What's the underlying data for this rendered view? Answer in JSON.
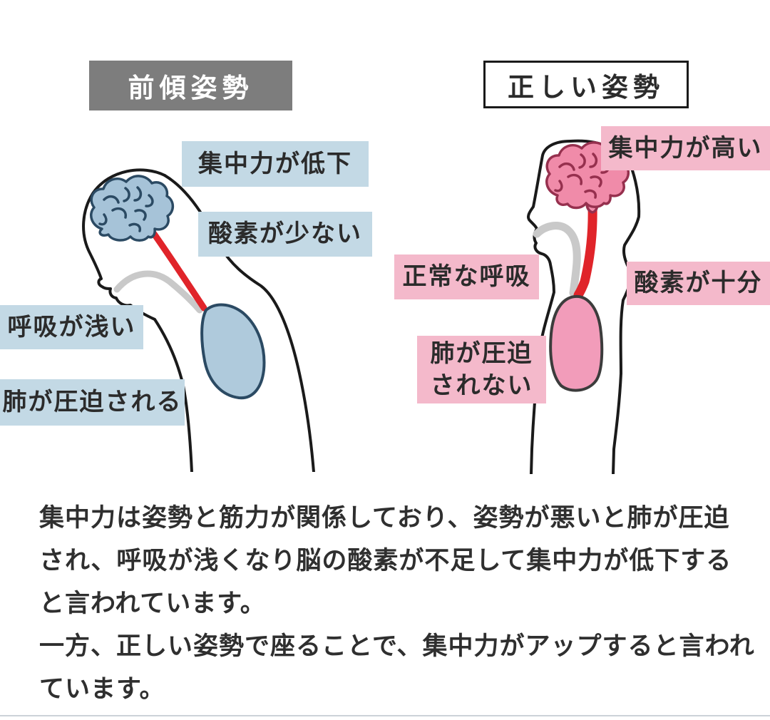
{
  "colors": {
    "label_blue": "#c3d9e5",
    "label_pink": "#f4b9cb",
    "title_gray_bg": "#7d7d7d",
    "title_gray_text": "#ffffff",
    "ink": "#2b2b2b",
    "outline": "#1a1a1a",
    "artery_red": "#e0242a",
    "windpipe_gray": "#c9c9c9",
    "brain_blue": "#a6c3d8",
    "brain_blue_stroke": "#2b4a63",
    "brain_pink": "#f08ba9",
    "brain_pink_stroke": "#96304e",
    "lung_blue": "#afcadc",
    "lung_blue_stroke": "#2b4a63",
    "lung_pink": "#f29cba",
    "lung_pink_stroke": "#3c3c3c",
    "divider": "#ccd2d8",
    "paragraph_text": "#2f2f2f"
  },
  "left_panel": {
    "title": "前傾姿勢",
    "labels": {
      "concentration": "集中力が低下",
      "oxygen": "酸素が少ない",
      "breathing": "呼吸が浅い",
      "lungs": "肺が圧迫される"
    }
  },
  "right_panel": {
    "title": "正しい姿勢",
    "labels": {
      "concentration": "集中力が高い",
      "breathing": "正常な呼吸",
      "oxygen": "酸素が十分",
      "lungs": "肺が圧迫\nされない"
    }
  },
  "paragraph": {
    "lines": [
      "集中力は姿勢と筋力が関係しており、姿勢が悪いと肺が圧迫",
      "され、呼吸が浅くなり脳の酸素が不足して集中力が低下する",
      "と言われています。",
      "一方、正しい姿勢で座ることで、集中力がアップすると言われ",
      "ています。"
    ]
  }
}
